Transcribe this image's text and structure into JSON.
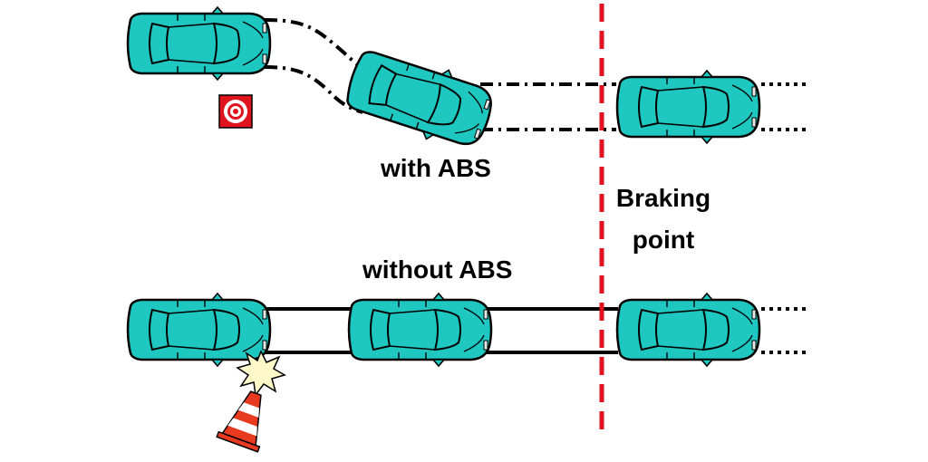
{
  "labels": {
    "with_abs": "with ABS",
    "without_abs": "without ABS",
    "braking_line1": "Braking",
    "braking_line2": "point"
  },
  "colors": {
    "car_body": "#1ec8c0",
    "car_outline": "#000000",
    "braking_line": "#e0141e",
    "obstacle_red": "#e0141e",
    "crash_burst": "#fff8c8",
    "cone_orange": "#e83a1e"
  },
  "icons": [
    "car-icon",
    "target-obstacle-icon",
    "traffic-cone-icon",
    "crash-burst-icon"
  ]
}
